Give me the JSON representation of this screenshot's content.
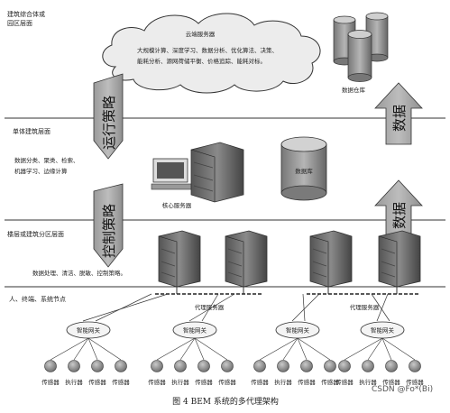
{
  "layers": {
    "building_cloud": "建筑综合体或\n园区层面",
    "single_building": "单体建筑层面",
    "floor_zone": "楼层或建筑分区层面",
    "nodes": "人、终端、系统节点"
  },
  "cloud": {
    "title": "云端服务器",
    "line1": "大规模计算、深度学习、数据分析、优化算法、决策、",
    "line2": "能耗分析、源网荷储平衡、价格追踪、能耗对标。"
  },
  "data_warehouse_label": "数据仓库",
  "database_label": "数据库",
  "core_server_label": "核心服务器",
  "single_building_tasks": {
    "line1": "数据分类、聚类、检索、",
    "line2": "机器学习、边缘计算"
  },
  "floor_tasks": "数据处理、清洁、脱敏、控制策略。",
  "proxy_server_label": "代理服务器",
  "arrows": {
    "run_strategy": "运行策略",
    "control_strategy": "控制策略",
    "data_up_top": "数据",
    "data_up_mid": "数据"
  },
  "gateway_label": "智能网关",
  "device_labels": {
    "sensor": "传感器",
    "actuator": "执行器"
  },
  "gateway_groups": [
    {
      "devices": [
        "传感器",
        "执行器",
        "传感器",
        "传感器"
      ]
    },
    {
      "devices": [
        "传感器",
        "执行器",
        "传感器",
        "传感器"
      ]
    },
    {
      "devices": [
        "传感器",
        "执行器",
        "传感器",
        "传感器"
      ]
    },
    {
      "devices": [
        "传感器",
        "执行器",
        "传感器",
        "传感器"
      ]
    }
  ],
  "caption": "图 4   BEM 系统的多代理架构",
  "watermark": "CSDN @Fo*(Bi)"
}
